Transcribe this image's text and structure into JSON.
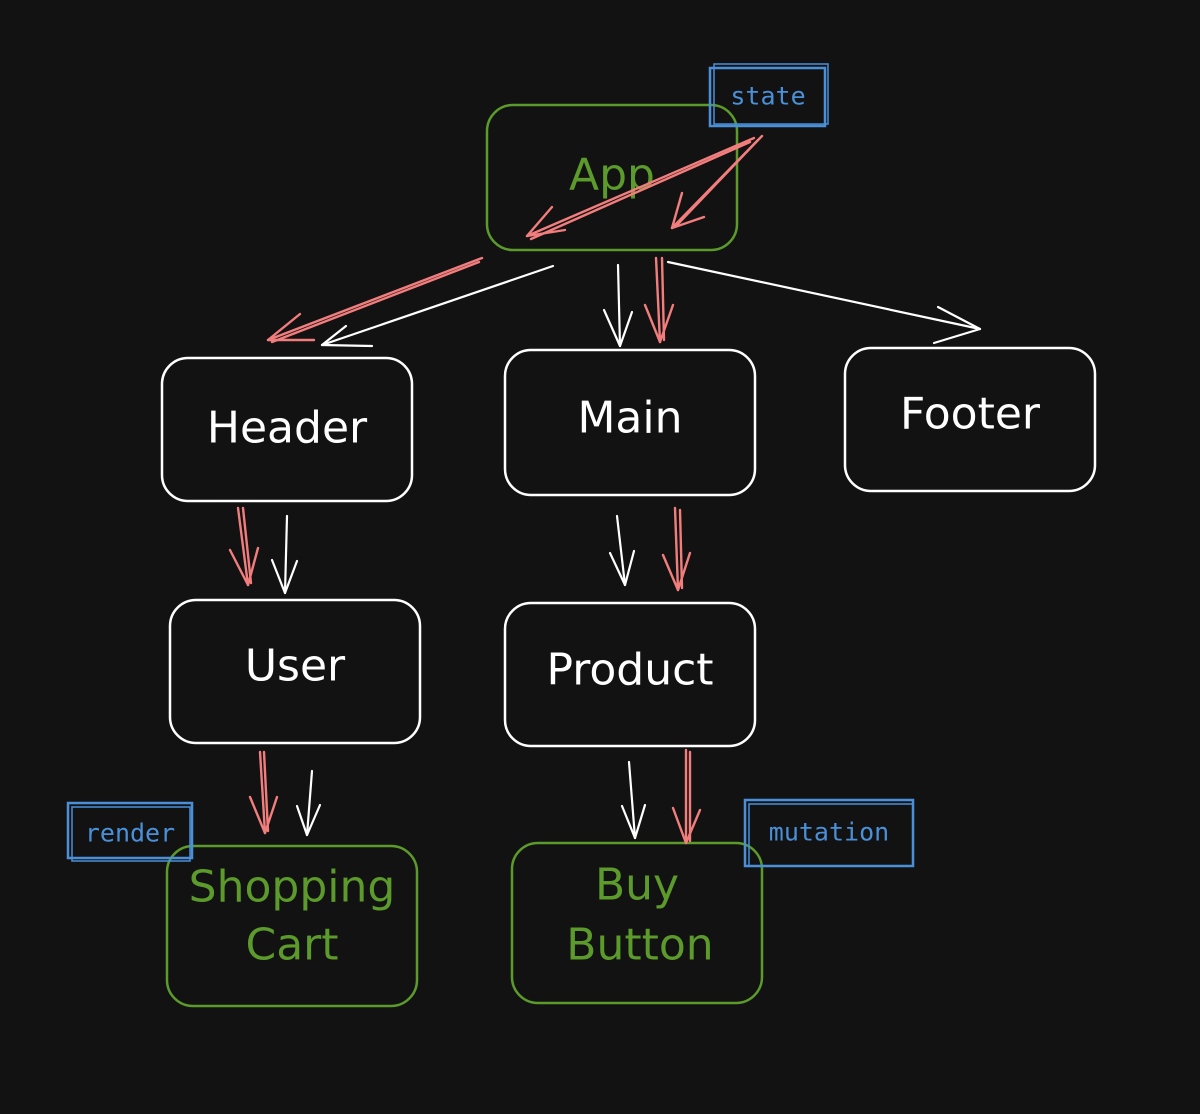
{
  "colors": {
    "background": "#121212",
    "white": "#ffffff",
    "green": "#5b9a2b",
    "red": "#f27d7d",
    "blue": "#4a90d9"
  },
  "nodes": {
    "app": {
      "label": "App"
    },
    "header": {
      "label": "Header"
    },
    "main": {
      "label": "Main"
    },
    "footer": {
      "label": "Footer"
    },
    "user": {
      "label": "User"
    },
    "product": {
      "label": "Product"
    },
    "shopping_cart": {
      "line1": "Shopping",
      "line2": "Cart"
    },
    "buy_button": {
      "line1": "Buy",
      "line2": "Button"
    }
  },
  "tags": {
    "state": "state",
    "render": "render",
    "mutation": "mutation"
  }
}
